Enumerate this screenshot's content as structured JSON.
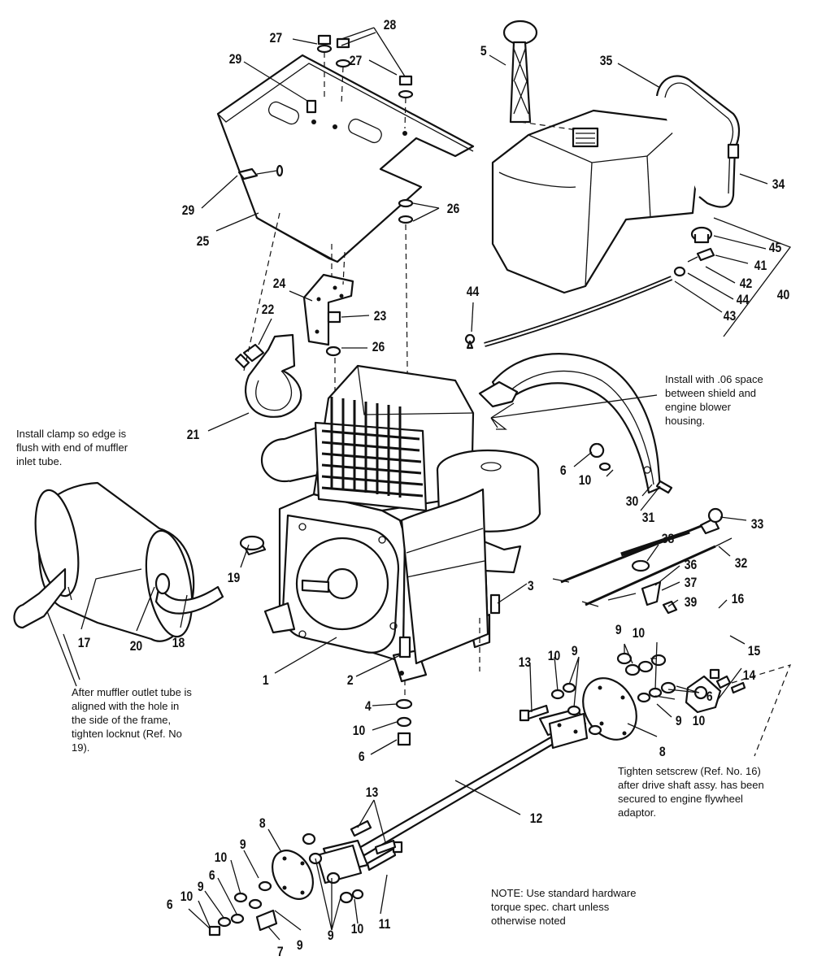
{
  "notes": {
    "clamp": [
      "Install clamp so edge is",
      "flush with end of muffler",
      "inlet tube."
    ],
    "shield": [
      "Install with .06 space",
      "between shield and",
      "engine blower",
      "housing."
    ],
    "muffler": [
      "After muffler outlet tube is",
      "aligned with the hole in",
      "the side of the frame,",
      "tighten locknut (Ref. No",
      "19)."
    ],
    "setscrew": [
      "Tighten setscrew (Ref. No. 16)",
      "after drive shaft assy. has been",
      "secured to engine flywheel",
      "adaptor."
    ],
    "torque": [
      "NOTE: Use standard hardware",
      "torque spec. chart unless",
      "otherwise noted"
    ]
  },
  "callouts": [
    {
      "id": "c27a",
      "text": "27"
    },
    {
      "id": "c28",
      "text": "28"
    },
    {
      "id": "c27b",
      "text": "27"
    },
    {
      "id": "c29a",
      "text": "29"
    },
    {
      "id": "c29b",
      "text": "29"
    },
    {
      "id": "c25",
      "text": "25"
    },
    {
      "id": "c26a",
      "text": "26"
    },
    {
      "id": "c5",
      "text": "5"
    },
    {
      "id": "c35",
      "text": "35"
    },
    {
      "id": "c34",
      "text": "34"
    },
    {
      "id": "c45",
      "text": "45"
    },
    {
      "id": "c41",
      "text": "41"
    },
    {
      "id": "c42",
      "text": "42"
    },
    {
      "id": "c40",
      "text": "40"
    },
    {
      "id": "c44a",
      "text": "44"
    },
    {
      "id": "c43",
      "text": "43"
    },
    {
      "id": "c44b",
      "text": "44"
    },
    {
      "id": "c24",
      "text": "24"
    },
    {
      "id": "c22",
      "text": "22"
    },
    {
      "id": "c23",
      "text": "23"
    },
    {
      "id": "c26b",
      "text": "26"
    },
    {
      "id": "c21",
      "text": "21"
    },
    {
      "id": "c6a",
      "text": "6"
    },
    {
      "id": "c10a",
      "text": "10"
    },
    {
      "id": "c30",
      "text": "30"
    },
    {
      "id": "c31",
      "text": "31"
    },
    {
      "id": "c33",
      "text": "33"
    },
    {
      "id": "c32",
      "text": "32"
    },
    {
      "id": "c38",
      "text": "38"
    },
    {
      "id": "c36",
      "text": "36"
    },
    {
      "id": "c37",
      "text": "37"
    },
    {
      "id": "c39",
      "text": "39"
    },
    {
      "id": "c16",
      "text": "16"
    },
    {
      "id": "c15",
      "text": "15"
    },
    {
      "id": "c14",
      "text": "14"
    },
    {
      "id": "c3",
      "text": "3"
    },
    {
      "id": "c19",
      "text": "19"
    },
    {
      "id": "c17",
      "text": "17"
    },
    {
      "id": "c20",
      "text": "20"
    },
    {
      "id": "c18",
      "text": "18"
    },
    {
      "id": "c1",
      "text": "1"
    },
    {
      "id": "c2",
      "text": "2"
    },
    {
      "id": "c4",
      "text": "4"
    },
    {
      "id": "c10b",
      "text": "10"
    },
    {
      "id": "c6b",
      "text": "6"
    },
    {
      "id": "c13a",
      "text": "13"
    },
    {
      "id": "c10c",
      "text": "10"
    },
    {
      "id": "c9a",
      "text": "9"
    },
    {
      "id": "c9b",
      "text": "9"
    },
    {
      "id": "c10d",
      "text": "10"
    },
    {
      "id": "c6c",
      "text": "6"
    },
    {
      "id": "c9c",
      "text": "9"
    },
    {
      "id": "c10e",
      "text": "10"
    },
    {
      "id": "c8a",
      "text": "8"
    },
    {
      "id": "c12",
      "text": "12"
    },
    {
      "id": "c13b",
      "text": "13"
    },
    {
      "id": "c8b",
      "text": "8"
    },
    {
      "id": "c9d",
      "text": "9"
    },
    {
      "id": "c10f",
      "text": "10"
    },
    {
      "id": "c6d",
      "text": "6"
    },
    {
      "id": "c9e",
      "text": "9"
    },
    {
      "id": "c10g",
      "text": "10"
    },
    {
      "id": "c6e",
      "text": "6"
    },
    {
      "id": "c7",
      "text": "7"
    },
    {
      "id": "c9f",
      "text": "9"
    },
    {
      "id": "c9g",
      "text": "9"
    },
    {
      "id": "c10h",
      "text": "10"
    },
    {
      "id": "c11",
      "text": "11"
    }
  ]
}
